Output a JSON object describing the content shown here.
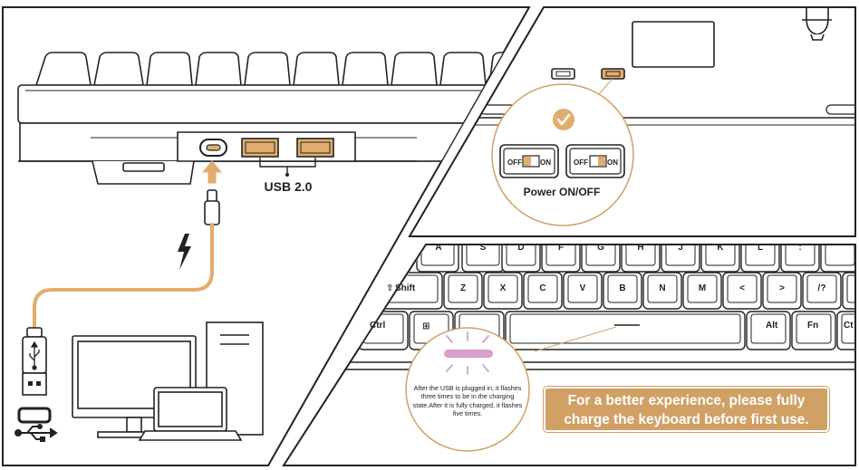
{
  "labels": {
    "usb": "USB 2.0",
    "power": "Power ON/OFF",
    "off": "OFF",
    "on": "ON"
  },
  "note": {
    "led_tip": "After the USB is plugged in, it flashes three times to be in the charging state.After it is fully charged, it flashes five times.",
    "banner": "For a better experience, please fully charge the keyboard before first use."
  },
  "keys": {
    "row1": [
      "A",
      "S",
      "D",
      "F",
      "G",
      "H",
      "J",
      "K",
      "L",
      ":"
    ],
    "shift": "Shift",
    "row2": [
      "Z",
      "X",
      "C",
      "V",
      "B",
      "N",
      "M",
      "<",
      ">",
      "/?"
    ],
    "ctrl": "Ctrl",
    "alt": "Alt",
    "fn": "Fn",
    "ctrl_right": "Ct"
  },
  "colors": {
    "accent": "#d0a065",
    "port_fill": "#e1ad6f",
    "led": "#d9a0cb",
    "line": "#222222"
  }
}
